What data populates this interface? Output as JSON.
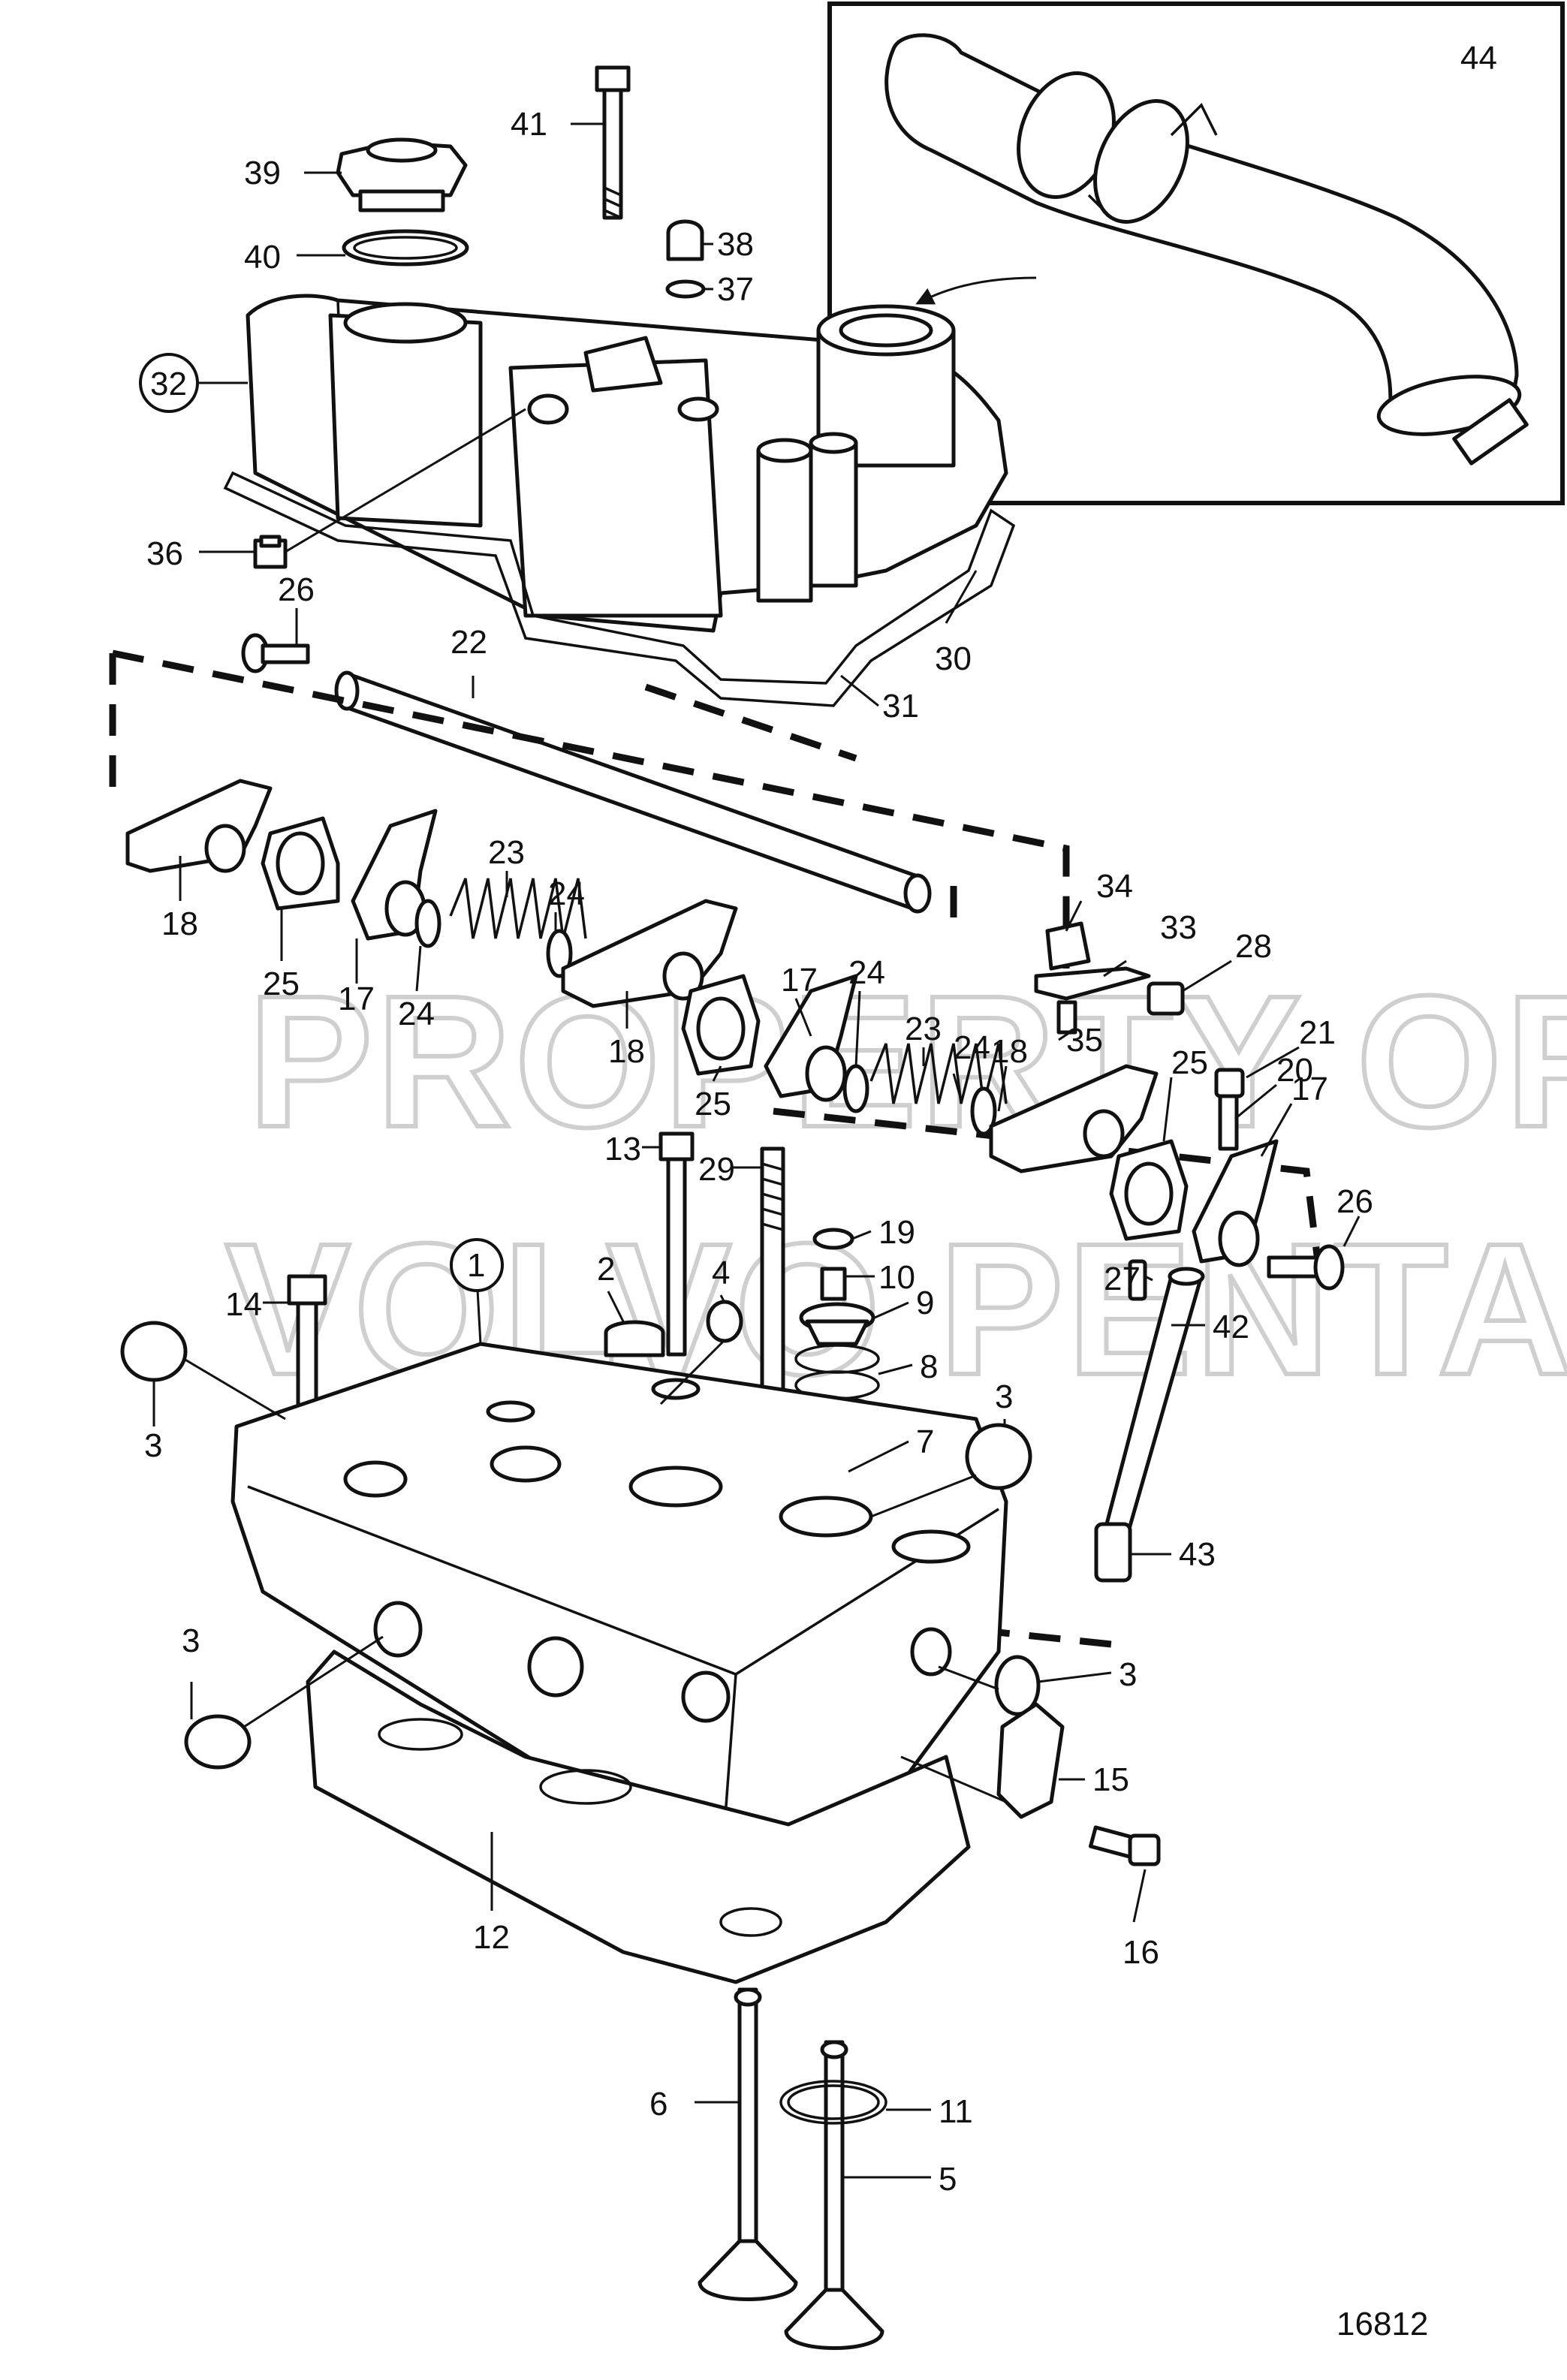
{
  "watermark": {
    "line1": "PROPERTY OF",
    "line2": "VOLVO PENTA"
  },
  "drawing_number": "16812",
  "callouts": [
    {
      "id": "c44",
      "text": "44"
    },
    {
      "id": "c41",
      "text": "41"
    },
    {
      "id": "c39",
      "text": "39"
    },
    {
      "id": "c38",
      "text": "38"
    },
    {
      "id": "c40",
      "text": "40"
    },
    {
      "id": "c37",
      "text": "37"
    },
    {
      "id": "c32",
      "text": "32"
    },
    {
      "id": "c36",
      "text": "36"
    },
    {
      "id": "c26a",
      "text": "26"
    },
    {
      "id": "c22",
      "text": "22"
    },
    {
      "id": "c30",
      "text": "30"
    },
    {
      "id": "c31",
      "text": "31"
    },
    {
      "id": "c18a",
      "text": "18"
    },
    {
      "id": "c25a",
      "text": "25"
    },
    {
      "id": "c17a",
      "text": "17"
    },
    {
      "id": "c23a",
      "text": "23"
    },
    {
      "id": "c24a",
      "text": "24"
    },
    {
      "id": "c24b",
      "text": "24"
    },
    {
      "id": "c34",
      "text": "34"
    },
    {
      "id": "c33",
      "text": "33"
    },
    {
      "id": "c28",
      "text": "28"
    },
    {
      "id": "c17b",
      "text": "17"
    },
    {
      "id": "c24c",
      "text": "24"
    },
    {
      "id": "c18b",
      "text": "18"
    },
    {
      "id": "c23b",
      "text": "23"
    },
    {
      "id": "c24d",
      "text": "24"
    },
    {
      "id": "c35",
      "text": "35"
    },
    {
      "id": "c21",
      "text": "21"
    },
    {
      "id": "c20",
      "text": "20"
    },
    {
      "id": "c18c",
      "text": "18"
    },
    {
      "id": "c25b",
      "text": "25"
    },
    {
      "id": "c25c",
      "text": "25"
    },
    {
      "id": "c17c",
      "text": "17"
    },
    {
      "id": "c26b",
      "text": "26"
    },
    {
      "id": "c13",
      "text": "13"
    },
    {
      "id": "c29",
      "text": "29"
    },
    {
      "id": "c19",
      "text": "19"
    },
    {
      "id": "c10",
      "text": "10"
    },
    {
      "id": "c1",
      "text": "1"
    },
    {
      "id": "c14",
      "text": "14"
    },
    {
      "id": "c2",
      "text": "2"
    },
    {
      "id": "c4",
      "text": "4"
    },
    {
      "id": "c9",
      "text": "9"
    },
    {
      "id": "c27",
      "text": "27"
    },
    {
      "id": "c42",
      "text": "42"
    },
    {
      "id": "c8",
      "text": "8"
    },
    {
      "id": "c3a",
      "text": "3"
    },
    {
      "id": "c3b",
      "text": "3"
    },
    {
      "id": "c7",
      "text": "7"
    },
    {
      "id": "c43",
      "text": "43"
    },
    {
      "id": "c3c",
      "text": "3"
    },
    {
      "id": "c3d",
      "text": "3"
    },
    {
      "id": "c15",
      "text": "15"
    },
    {
      "id": "c12",
      "text": "12"
    },
    {
      "id": "c16",
      "text": "16"
    },
    {
      "id": "c6",
      "text": "6"
    },
    {
      "id": "c11",
      "text": "11"
    },
    {
      "id": "c5",
      "text": "5"
    }
  ]
}
